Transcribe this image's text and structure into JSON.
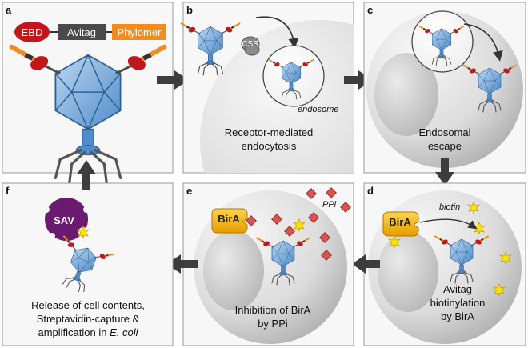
{
  "panels": {
    "a": {
      "letter": "a",
      "construct": {
        "ebd": "EBD",
        "avitag": "Avitag",
        "phylomer": "Phylomer"
      }
    },
    "b": {
      "letter": "b",
      "receptor": "CSR",
      "vesicle": "endosome",
      "caption_line1": "Receptor-mediated",
      "caption_line2": "endocytosis"
    },
    "c": {
      "letter": "c",
      "caption_line1": "Endosomal",
      "caption_line2": "escape"
    },
    "d": {
      "letter": "d",
      "enzyme": "BirA",
      "substrate": "biotin",
      "caption_line1": "Avitag",
      "caption_line2": "biotinylation",
      "caption_line3": "by BirA"
    },
    "e": {
      "letter": "e",
      "enzyme": "BirA",
      "inhibitor": "PPi",
      "caption_line1": "Inhibition of BirA",
      "caption_line2": "by PPi"
    },
    "f": {
      "letter": "f",
      "streptavidin": "SAV",
      "caption_line1": "Release of cell contents,",
      "caption_line2": "Streptavidin-capture &",
      "caption_line3_prefix": "amplification in ",
      "caption_line3_italic": "E. coli"
    }
  },
  "colors": {
    "ebd": "#c0161c",
    "avitag": "#4a4a4a",
    "phylomer": "#f28c1e",
    "phage_blue": "#6fa8dc",
    "birA": "#f5b400",
    "sav": "#6a1b6f",
    "ppi": "#d9534f",
    "arrow": "#3d3d3d"
  }
}
